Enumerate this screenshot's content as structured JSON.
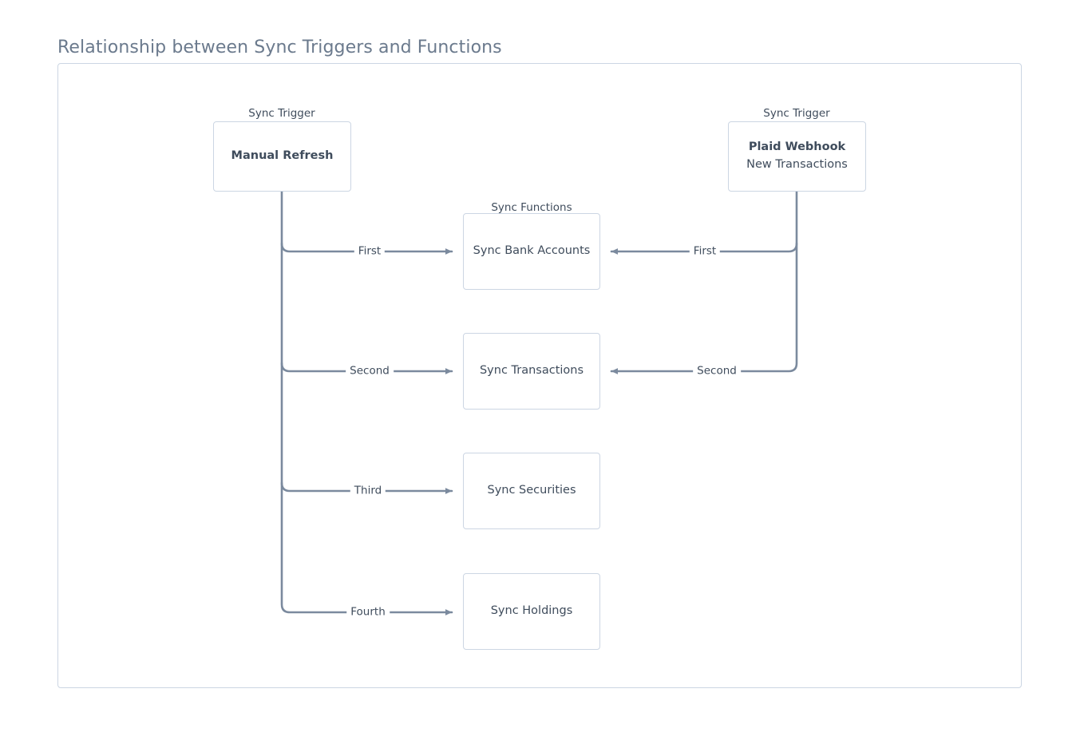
{
  "title": "Relationship between Sync Triggers and Functions",
  "chart_data": {
    "type": "diagram",
    "title": "Relationship between Sync Triggers and Functions",
    "layout": "left-to-right flowchart with two trigger sources fanning into sync function nodes",
    "groups": [
      {
        "id": "trigger-left",
        "label": "Sync Trigger"
      },
      {
        "id": "functions",
        "label": "Sync Functions"
      },
      {
        "id": "trigger-right",
        "label": "Sync Trigger"
      }
    ],
    "nodes": [
      {
        "id": "manual-refresh",
        "title": "Manual Refresh",
        "subtitle": "",
        "group": "trigger-left",
        "bold": true
      },
      {
        "id": "plaid-webhook",
        "title": "Plaid Webhook",
        "subtitle": "New Transactions",
        "group": "trigger-right",
        "bold": true
      },
      {
        "id": "sync-bank-accounts",
        "title": "Sync Bank Accounts",
        "subtitle": "",
        "group": "functions",
        "bold": false
      },
      {
        "id": "sync-transactions",
        "title": "Sync Transactions",
        "subtitle": "",
        "group": "functions",
        "bold": false
      },
      {
        "id": "sync-securities",
        "title": "Sync Securities",
        "subtitle": "",
        "group": "functions",
        "bold": false
      },
      {
        "id": "sync-holdings",
        "title": "Sync Holdings",
        "subtitle": "",
        "group": "functions",
        "bold": false
      }
    ],
    "edges": [
      {
        "from": "manual-refresh",
        "to": "sync-bank-accounts",
        "label": "First",
        "direction": "right"
      },
      {
        "from": "manual-refresh",
        "to": "sync-transactions",
        "label": "Second",
        "direction": "right"
      },
      {
        "from": "manual-refresh",
        "to": "sync-securities",
        "label": "Third",
        "direction": "right"
      },
      {
        "from": "manual-refresh",
        "to": "sync-holdings",
        "label": "Fourth",
        "direction": "right"
      },
      {
        "from": "plaid-webhook",
        "to": "sync-bank-accounts",
        "label": "First",
        "direction": "left"
      },
      {
        "from": "plaid-webhook",
        "to": "sync-transactions",
        "label": "Second",
        "direction": "left"
      }
    ],
    "colors": {
      "title_text": "#6b7a8d",
      "node_border": "#ccd6e3",
      "node_text": "#3f4c5c",
      "edge_line": "#7b8a9e",
      "frame_border": "#ccd6e3",
      "background": "#ffffff"
    }
  },
  "labels": {
    "group_trigger_left": "Sync Trigger",
    "group_trigger_right": "Sync Trigger",
    "group_functions": "Sync Functions",
    "manual_refresh": "Manual Refresh",
    "plaid_webhook": "Plaid Webhook",
    "plaid_webhook_sub": "New Transactions",
    "sync_bank_accounts": "Sync Bank Accounts",
    "sync_transactions": "Sync Transactions",
    "sync_securities": "Sync Securities",
    "sync_holdings": "Sync Holdings",
    "edge_first_left": "First",
    "edge_second_left": "Second",
    "edge_third_left": "Third",
    "edge_fourth_left": "Fourth",
    "edge_first_right": "First",
    "edge_second_right": "Second"
  }
}
